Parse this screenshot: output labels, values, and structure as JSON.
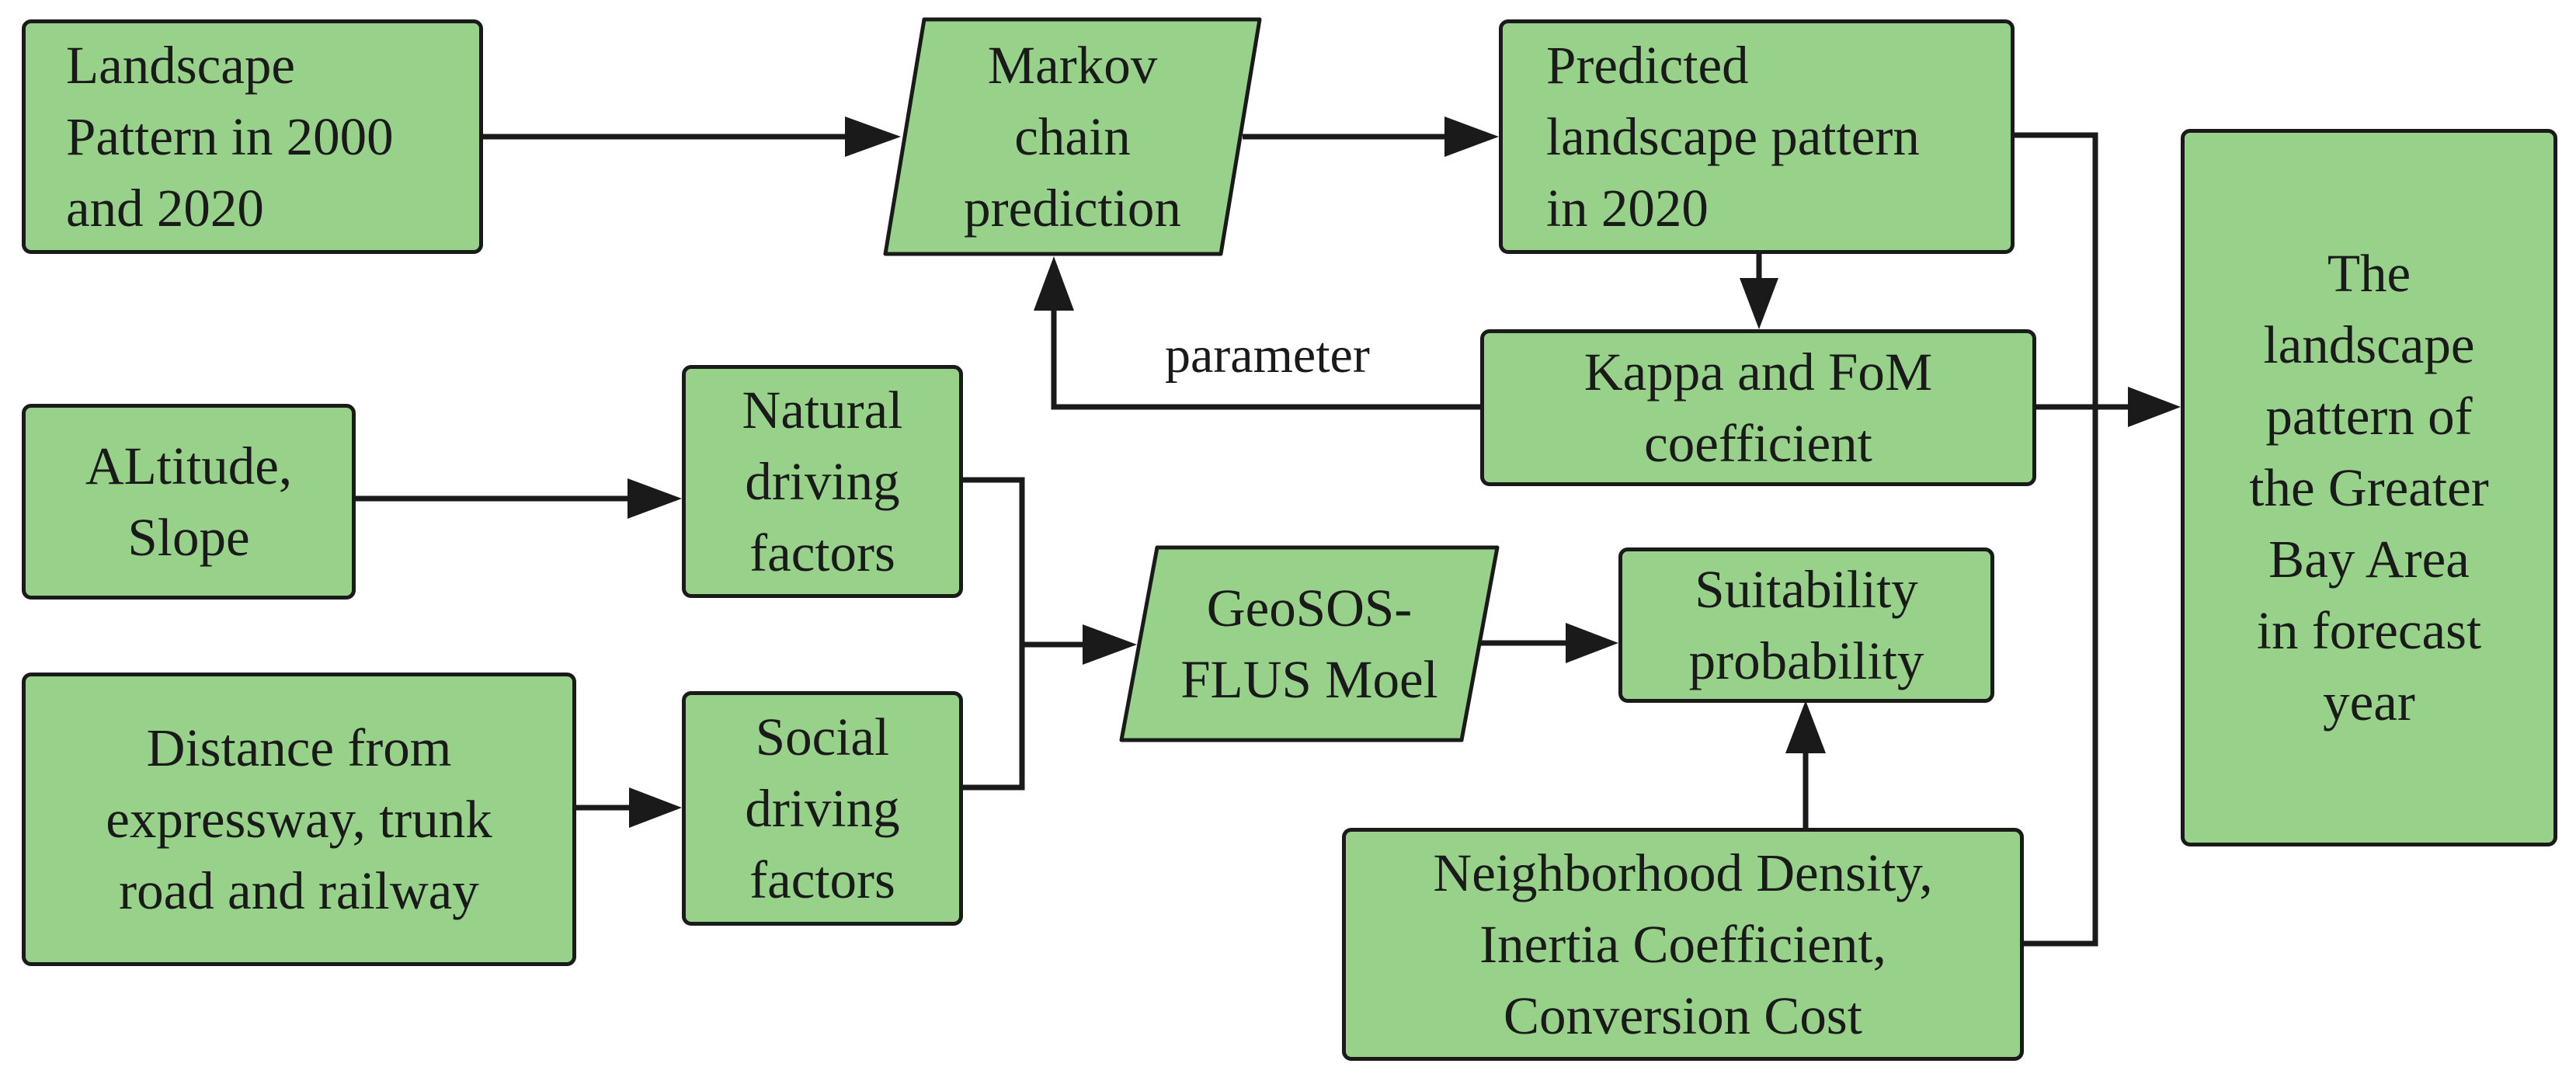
{
  "colors": {
    "box_fill": "#98d28a",
    "stroke": "#1a1a1a"
  },
  "nodes": {
    "landscape_pattern": {
      "lines": [
        "Landscape",
        "Pattern in 2000",
        "and 2020"
      ]
    },
    "markov": {
      "lines": [
        "Markov",
        "chain",
        "prediction"
      ]
    },
    "predicted": {
      "lines": [
        "Predicted",
        "landscape pattern",
        "in 2020"
      ]
    },
    "kappa": {
      "lines": [
        "Kappa and FoM",
        "coefficient"
      ]
    },
    "result": {
      "lines": [
        "The",
        "landscape",
        "pattern of",
        "the Greater",
        "Bay Area",
        "in  forecast",
        "year"
      ]
    },
    "altitude": {
      "lines": [
        "ALtitude,",
        "Slope"
      ]
    },
    "natural": {
      "lines": [
        "Natural",
        "driving",
        "factors"
      ]
    },
    "distance": {
      "lines": [
        "Distance from",
        "expressway,  trunk",
        "road and railway"
      ]
    },
    "social": {
      "lines": [
        "Social",
        "driving",
        "factors"
      ]
    },
    "geosos": {
      "lines": [
        "GeoSOS-",
        "FLUS Moel"
      ]
    },
    "suitability": {
      "lines": [
        "Suitability",
        "probability"
      ]
    },
    "neighborhood": {
      "lines": [
        "Neighborhood Density,",
        "Inertia Coefficient,",
        "Conversion Cost"
      ]
    }
  },
  "edge_labels": {
    "parameter": "parameter"
  }
}
